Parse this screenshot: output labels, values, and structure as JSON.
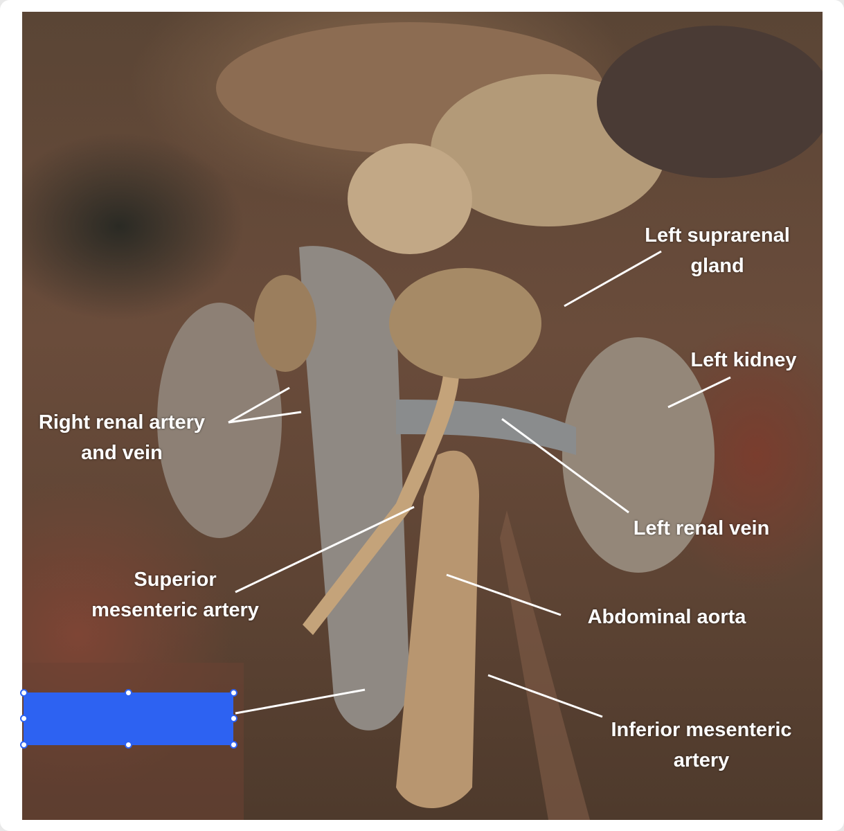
{
  "image": {
    "labels": {
      "left_suprarenal_gland": "Left suprarenal\ngland",
      "left_kidney": "Left kidney",
      "right_renal_artery_vein": "Right renal artery\nand vein",
      "left_renal_vein": "Left renal vein",
      "superior_mesenteric_artery": "Superior\nmesenteric artery",
      "abdominal_aorta": "Abdominal aorta",
      "inferior_mesenteric_artery": "Inferior mesenteric\nartery"
    },
    "answer_box": {
      "color": "#2d62f2",
      "text": ""
    }
  },
  "colors": {
    "label_text": "#ffffff",
    "pointer_lines": "#ffffff",
    "selection_handle": "#2d62f2"
  }
}
